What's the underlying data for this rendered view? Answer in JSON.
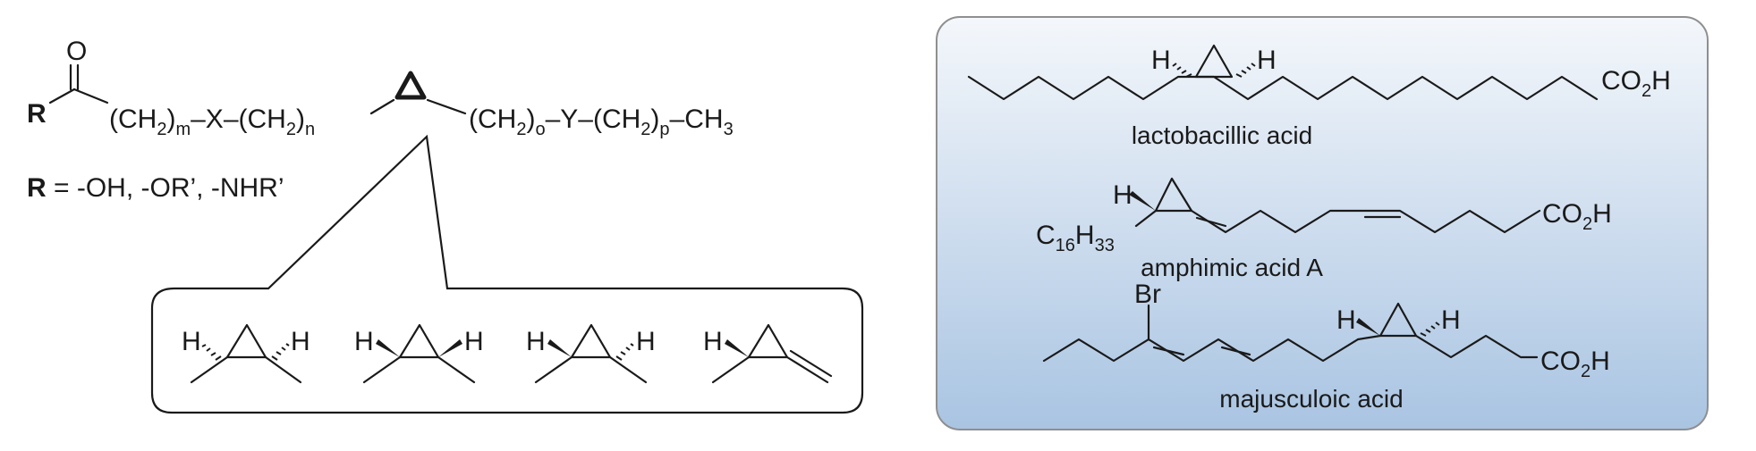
{
  "general_structure": {
    "carbonyl_o": "O",
    "r": "R",
    "ch2_m": "(CH",
    "sub2": "2",
    "sub_m": "m",
    "close": ")",
    "x_linker": "–X–",
    "ch2_n": "(CH",
    "sub_n": "n",
    "ch2_o": "(CH",
    "sub_o": "o",
    "y_linker": "–Y–",
    "ch2_p": "(CH",
    "sub_p": "p",
    "ch3": "–CH",
    "sub3": "3"
  },
  "r_definition": {
    "r_symbol": "R",
    "r_values": " = -OH, -OR’, -NHR’"
  },
  "stereo_variants": {
    "h": "H"
  },
  "natural_products": {
    "lactobacillic": {
      "name": "lactobacillic acid",
      "h_left": "H",
      "h_right": "H",
      "co2h": "CO",
      "co2h_sub": "2",
      "co2h_end": "H"
    },
    "amphimic": {
      "name": "amphimic acid A",
      "h": "H",
      "c16": "C",
      "c16_sub": "16",
      "h33": "H",
      "h33_sub": "33",
      "co2h": "CO",
      "co2h_sub": "2",
      "co2h_end": "H"
    },
    "majusculoic": {
      "name": "majusculoic acid",
      "br": "Br",
      "h_left": "H",
      "h_right": "H",
      "co2h": "CO",
      "co2h_sub": "2",
      "co2h_end": "H"
    }
  },
  "colors": {
    "ink": "#1a1a1a",
    "panel_top": "#f4f7fb",
    "panel_bottom": "#a9c4e2"
  }
}
